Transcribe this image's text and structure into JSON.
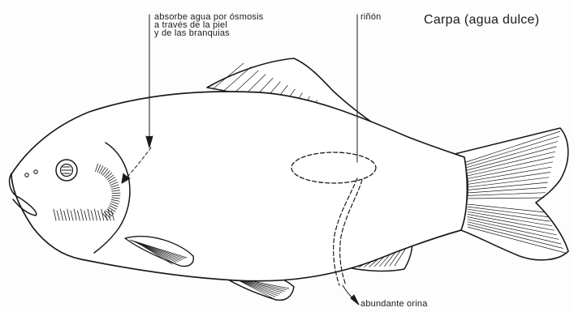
{
  "diagram": {
    "title": "Carpa (agua dulce)",
    "labels": {
      "osmosis_line1": "absorbe agua por ósmosis",
      "osmosis_line2": "a través de la piel",
      "osmosis_line3": "y de las branquias",
      "kidney": "riñón",
      "urine": "abundante orina"
    },
    "colors": {
      "ink": "#1a1a1a",
      "paper": "#fdfdfd"
    }
  }
}
